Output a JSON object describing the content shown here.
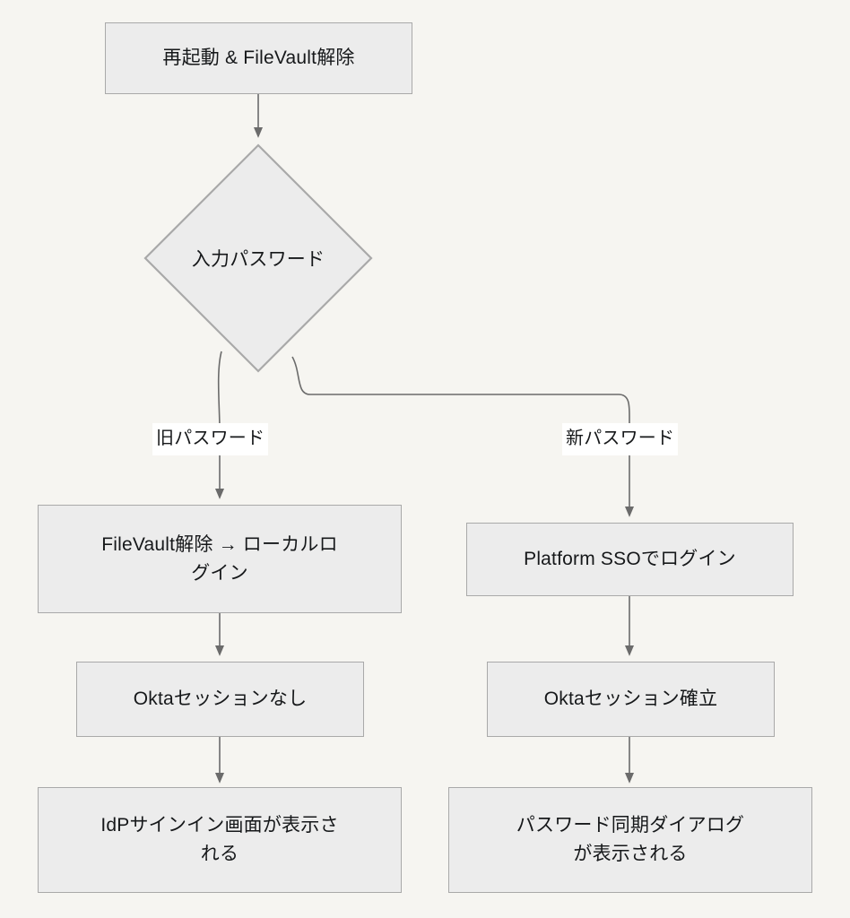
{
  "diagram": {
    "type": "flowchart",
    "direction": "top-down",
    "background_color": "#f6f5f1",
    "node_fill_color": "#ececec",
    "node_border_color": "#a9a9a9",
    "edge_color": "#6b6b6b",
    "text_color": "#16181a",
    "nodes": [
      {
        "id": "start",
        "shape": "rectangle",
        "label": "再起動 & FileVault解除"
      },
      {
        "id": "decision",
        "shape": "diamond",
        "label": "入力パスワード"
      },
      {
        "id": "old_unlock",
        "shape": "rectangle",
        "label": "FileVault解除 → ローカルロ\nグイン"
      },
      {
        "id": "new_sso",
        "shape": "rectangle",
        "label": "Platform SSOでログイン"
      },
      {
        "id": "no_session",
        "shape": "rectangle",
        "label": "Oktaセッションなし"
      },
      {
        "id": "session_ok",
        "shape": "rectangle",
        "label": "Oktaセッション確立"
      },
      {
        "id": "idp_signin",
        "shape": "rectangle",
        "label": "IdPサインイン画面が表示さ\nれる"
      },
      {
        "id": "pw_sync",
        "shape": "rectangle",
        "label": "パスワード同期ダイアログ\nが表示される"
      }
    ],
    "edges": [
      {
        "id": "e1",
        "from": "start",
        "to": "decision",
        "label": ""
      },
      {
        "id": "e2",
        "from": "decision",
        "to": "old_unlock",
        "label": "旧パスワード"
      },
      {
        "id": "e3",
        "from": "decision",
        "to": "new_sso",
        "label": "新パスワード"
      },
      {
        "id": "e4",
        "from": "old_unlock",
        "to": "no_session",
        "label": ""
      },
      {
        "id": "e5",
        "from": "new_sso",
        "to": "session_ok",
        "label": ""
      },
      {
        "id": "e6",
        "from": "no_session",
        "to": "idp_signin",
        "label": ""
      },
      {
        "id": "e7",
        "from": "session_ok",
        "to": "pw_sync",
        "label": ""
      }
    ]
  }
}
